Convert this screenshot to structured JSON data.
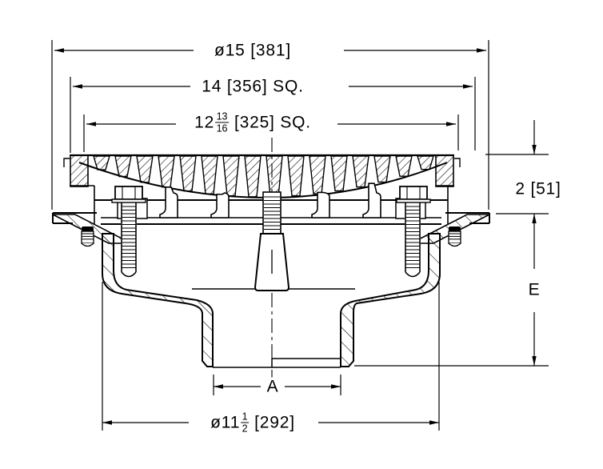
{
  "labels": {
    "overall_diameter": "ø15 [381]",
    "frame_square": "14 [356] SQ.",
    "grate_square": {
      "whole": "12",
      "numerator": "13",
      "denominator": "16",
      "suffix": "[325] SQ."
    },
    "collar_depth": "2 [51]",
    "body_depth": "E",
    "outlet_size": "A",
    "body_diameter": {
      "prefix": "ø11",
      "numerator": "1",
      "denominator": "2",
      "suffix": "[292]"
    }
  },
  "colors": {
    "line": "#000000",
    "background": "#ffffff"
  }
}
